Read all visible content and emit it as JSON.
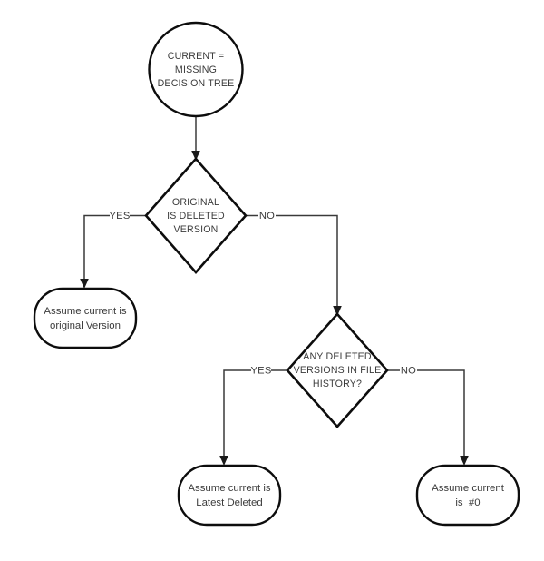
{
  "diagram": {
    "title": "CURRENT = MISSING DECISION TREE",
    "type": "flowchart",
    "background_color": "#ffffff",
    "stroke_color": "#0d0d0d",
    "connector_color": "#3a3a3a",
    "text_color": "#3b3b3b"
  },
  "nodes": {
    "start": {
      "shape": "circle",
      "lines": [
        "CURRENT =",
        "MISSING",
        "DECISION TREE"
      ],
      "line1": "CURRENT =",
      "line2": "MISSING",
      "line3": "DECISION TREE"
    },
    "decision1": {
      "shape": "diamond",
      "lines": [
        "ORIGINAL",
        "IS DELETED",
        "VERSION"
      ],
      "line1": "ORIGINAL",
      "line2": "IS DELETED",
      "line3": "VERSION"
    },
    "decision2": {
      "shape": "diamond",
      "lines": [
        "ANY DELETED",
        "VERSIONS IN FILE",
        "HISTORY?"
      ],
      "line1": "ANY DELETED",
      "line2": "VERSIONS IN FILE",
      "line3": "HISTORY?"
    },
    "outcome_original": {
      "shape": "rounded-rectangle",
      "lines": [
        "Assume current is",
        "original Version"
      ],
      "line1": "Assume current is",
      "line2": "original Version"
    },
    "outcome_latest_deleted": {
      "shape": "rounded-rectangle",
      "lines": [
        "Assume current is",
        "Latest Deleted"
      ],
      "line1": "Assume current is",
      "line2": "Latest Deleted"
    },
    "outcome_zero": {
      "shape": "rounded-rectangle",
      "lines": [
        "Assume current",
        "is  #0"
      ],
      "line1": "Assume current",
      "line2": "is  #0"
    }
  },
  "edges": {
    "start_to_decision1": {
      "label": ""
    },
    "decision1_yes": {
      "label": "YES"
    },
    "decision1_no": {
      "label": "NO"
    },
    "decision2_yes": {
      "label": "YES"
    },
    "decision2_no": {
      "label": "NO"
    }
  }
}
